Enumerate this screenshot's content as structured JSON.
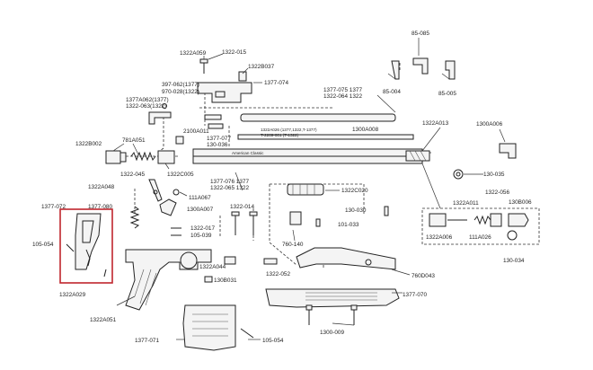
{
  "highlight_color": "#c0262d",
  "labels": {
    "l1322A059": "1322A059",
    "l1322_015": "1322-015",
    "l1322B037": "1322B037",
    "l397_062": "397-062(1377)",
    "l970_028": "970-028(1322)",
    "l1377_074": "1377-074",
    "l1377A062": "1377A062(1377)",
    "l1322_063": "1322-063(1322)",
    "l1377_075": "1377-075  1377",
    "l1322_064": "1322-064  1322",
    "l1322A013": "1322A013",
    "l1300A006": "1300A006",
    "l85_085": "85-085",
    "l85_004": "85-004",
    "l85_005": "85-005",
    "l2100A011": "2100A011",
    "l1377_077": "1377-077",
    "l130_036": "130-036",
    "l1322A026a": "1322A026 (1377,1322,T-1377)",
    "l1322A026b": "T-2289-001 (T-1322)",
    "l1300A008": "1300A008",
    "l1322B002": "1322B002",
    "l781A051": "781A051",
    "l1322C005": "1322C005",
    "l1322_045": "1322-045",
    "l130_035": "130-035",
    "l1377_076": "1377-076 1377",
    "l1322_065": "1322-065 1322",
    "l1322A048": "1322A048",
    "l111A067": "111A067",
    "l1322C020": "1322C020",
    "l1377_072": "1377-072",
    "l1377_080": "1377-080",
    "l1300A007": "1300A007",
    "l1322_014": "1322-014",
    "l130_030": "130-030",
    "l1322A011": "1322A011",
    "l1322_056": "1322-056",
    "l130B006": "130B006",
    "l1322_017": "1322-017",
    "l105_039": "105-039",
    "l101_033": "101-033",
    "l105_054a": "105-054",
    "l760_140": "760-140",
    "l1322A006": "1322A006",
    "l111A026": "111A026",
    "l1322A044": "1322A044",
    "l1322_052": "1322-052",
    "l130_034": "130-034",
    "l760D043": "760D043",
    "l130B031": "130B031",
    "l1322A029": "1322A029",
    "l1377_070": "1377-070",
    "l1322A051": "1322A051",
    "l1300_009": "1300-009",
    "l1377_071": "1377-071",
    "l105_054b": "105-054",
    "barrel_text": "American Classic"
  }
}
